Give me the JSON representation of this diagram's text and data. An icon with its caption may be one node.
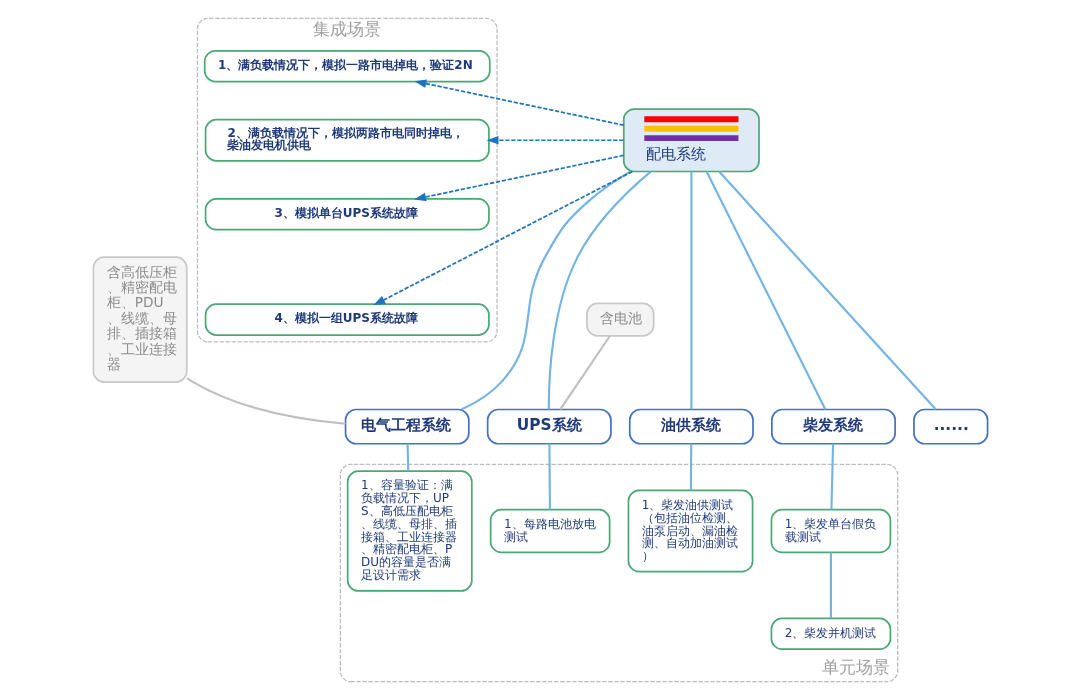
{
  "diagram": {
    "nodes": [
      {
        "text": [
          "集成场景"
        ]
      },
      {
        "text": [
          "1、满负载情况下，模拟一路市电掉电，验证2N"
        ],
        "in": 0
      },
      {
        "text": [
          "2、满负载情况下，模拟两路市电同时掉电，柴油发电机供电"
        ],
        "in": 0
      },
      {
        "text": [
          "3、模拟单台UPS系统故障"
        ],
        "in": 0
      },
      {
        "text": [
          "4、模拟一组UPS系统故障"
        ],
        "in": 0
      },
      {
        "text": [
          "配电系统"
        ]
      },
      {
        "text": [
          "含高低压柜、精密配电柜、PDU、线缆、母排、插接箱、工业连接器"
        ]
      },
      {
        "text": [
          "含电池"
        ]
      },
      {
        "text": [
          "电气工程系统"
        ]
      },
      {
        "text": [
          "UPS系统"
        ]
      },
      {
        "text": [
          "柴发系统"
        ]
      },
      {
        "text": [
          "油供系统"
        ]
      },
      {
        "text": [
          "......"
        ]
      },
      {
        "text": [
          "单元场景"
        ]
      },
      {
        "text": [
          "1、容量验证：满负载情况下，UPS、高低压配电柜、线缆、母排、插接箱、工业连接器、精密配电柜、PDU的容量是否满足设计需求"
        ],
        "in": 13
      },
      {
        "text": [
          "1、每路电池放电测试"
        ],
        "in": 13
      },
      {
        "text": [
          "1、柴发单台假负载测试"
        ],
        "in": 13
      },
      {
        "text": [
          "2、柴发并机测试"
        ],
        "in": 13
      },
      {
        "text": [
          "1、柴发油供测试（包括油位检测、油泵启动、漏油检测、自动加油测试）"
        ],
        "in": 13
      }
    ],
    "edges": [
      {
        "from": 5,
        "to": 1,
        "arrow": "to",
        "style": "dashed",
        "color": "#1e73be"
      },
      {
        "from": 5,
        "to": 2,
        "arrow": "to",
        "style": "dashed",
        "color": "#1e73be"
      },
      {
        "from": 5,
        "to": 3,
        "arrow": "to",
        "style": "dashed",
        "color": "#1e73be"
      },
      {
        "from": 5,
        "to": 4,
        "arrow": "to",
        "style": "dashed",
        "color": "#1e73be"
      },
      {
        "from": 5,
        "to": 8,
        "arrow": "none"
      },
      {
        "from": 5,
        "to": 9,
        "arrow": "none"
      },
      {
        "from": 5,
        "to": 10,
        "arrow": "none"
      },
      {
        "from": 5,
        "to": 11,
        "arrow": "none"
      },
      {
        "from": 5,
        "to": 12,
        "arrow": "none"
      },
      {
        "from": 6,
        "to": 8,
        "arrow": "none",
        "color": "#bfbfbf"
      },
      {
        "from": 7,
        "to": 9,
        "arrow": "none",
        "color": "#bfbfbf"
      },
      {
        "from": 8,
        "to": 14,
        "arrow": "none"
      },
      {
        "from": 9,
        "to": 15,
        "arrow": "none"
      },
      {
        "from": 10,
        "to": 16,
        "arrow": "none"
      },
      {
        "from": 16,
        "to": 17,
        "arrow": "none"
      },
      {
        "from": 11,
        "to": 18,
        "arrow": "none"
      }
    ]
  }
}
